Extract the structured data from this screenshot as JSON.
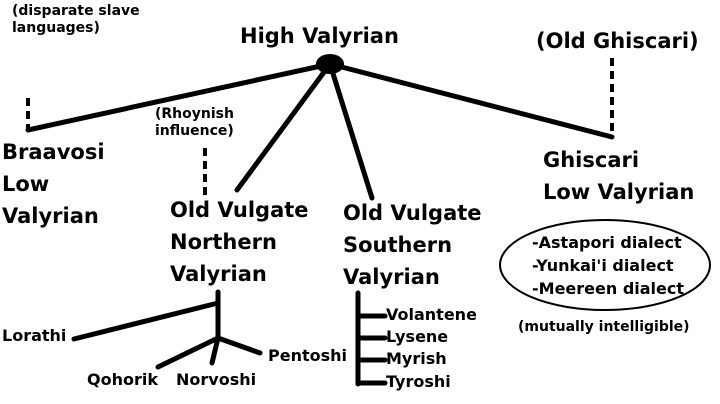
{
  "root": "High Valyrian",
  "annotations": {
    "slave": [
      "(disparate slave",
      "languages)"
    ],
    "rhoynish": [
      "(Rhoynish",
      "influence)"
    ],
    "old_ghiscari": "(Old Ghiscari)",
    "mutual": "(mutually intelligible)"
  },
  "branches": {
    "braavosi": [
      "Braavosi",
      "Low",
      "Valyrian"
    ],
    "northern": [
      "Old Vulgate",
      "Northern",
      "Valyrian"
    ],
    "southern": [
      "Old Vulgate",
      "Southern",
      "Valyrian"
    ],
    "ghiscari": [
      "Ghiscari",
      "Low Valyrian"
    ]
  },
  "northern_children": [
    "Lorathi",
    "Qohorik",
    "Norvoshi",
    "Pentoshi"
  ],
  "southern_children": [
    "Volantene",
    "Lysene",
    "Myrish",
    "Tyroshi"
  ],
  "ghiscari_dialects": [
    "-Astapori dialect",
    "-Yunkai'i dialect",
    "-Meereen dialect"
  ]
}
